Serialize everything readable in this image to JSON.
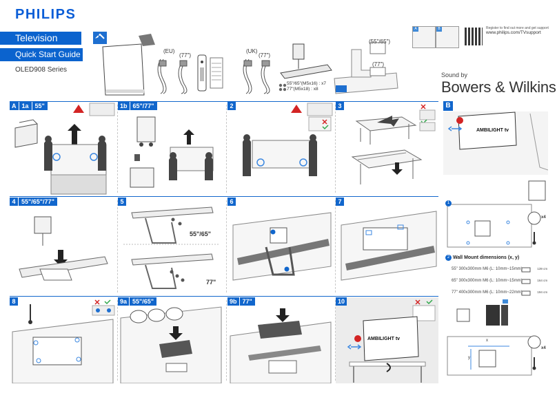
{
  "header": {
    "brand": "PHILIPS",
    "product": "Television",
    "guide": "Quick Start Guide",
    "series": "OLED908 Series",
    "sound_by": "Sound by",
    "sound_brand": "Bowers & Wilkins",
    "register_text": "Register to find out more and get support",
    "support_url": "www.philips.com/TVsupport"
  },
  "box_contents": {
    "eu": "(EU)",
    "uk": "(UK)",
    "s77a": "(77\")",
    "s77b": "(77\")",
    "s77c": "(77\")",
    "s5565": "(55\"/65\")",
    "screw_line1": "55\"/65\"(M5x16) : x7",
    "screw_line2": "77\"(M5x18) : x8"
  },
  "panels": {
    "a_tag": "A",
    "b_tag": "B",
    "p1a_num": "1a",
    "p1a_size": "55\"",
    "p1b_num": "1b",
    "p1b_size": "65\"/77\"",
    "p2_num": "2",
    "p3_num": "3",
    "p4_num": "4",
    "p4_size": "55\"/65\"/77\"",
    "p5_num": "5",
    "p5_size_a": "55\"/65\"",
    "p5_size_b": "77\"",
    "p6_num": "6",
    "p7_num": "7",
    "p8_num": "8",
    "p9a_num": "9a",
    "p9a_size": "55\"/65\"",
    "p9b_num": "9b",
    "p9b_size": "77\"",
    "p10_num": "10"
  },
  "ambilight": "AMBILIGHT tv",
  "wall": {
    "step1": "1",
    "step2": "2",
    "title": "Wall Mount dimensions (x, y)",
    "rows": [
      {
        "size": "55\"",
        "spec": "300x300mm M6 (L: 10mm~15mm)",
        "len": "139 cm"
      },
      {
        "size": "65\"",
        "spec": "300x300mm M6 (L: 10mm~15mm)",
        "len": "164 cm"
      },
      {
        "size": "77\"",
        "spec": "400x300mm M6 (L: 10mm~22mm)",
        "len": "194 cm"
      }
    ],
    "x_label": "x",
    "y_label": "y",
    "x4a": "x4",
    "x4b": "x4"
  }
}
